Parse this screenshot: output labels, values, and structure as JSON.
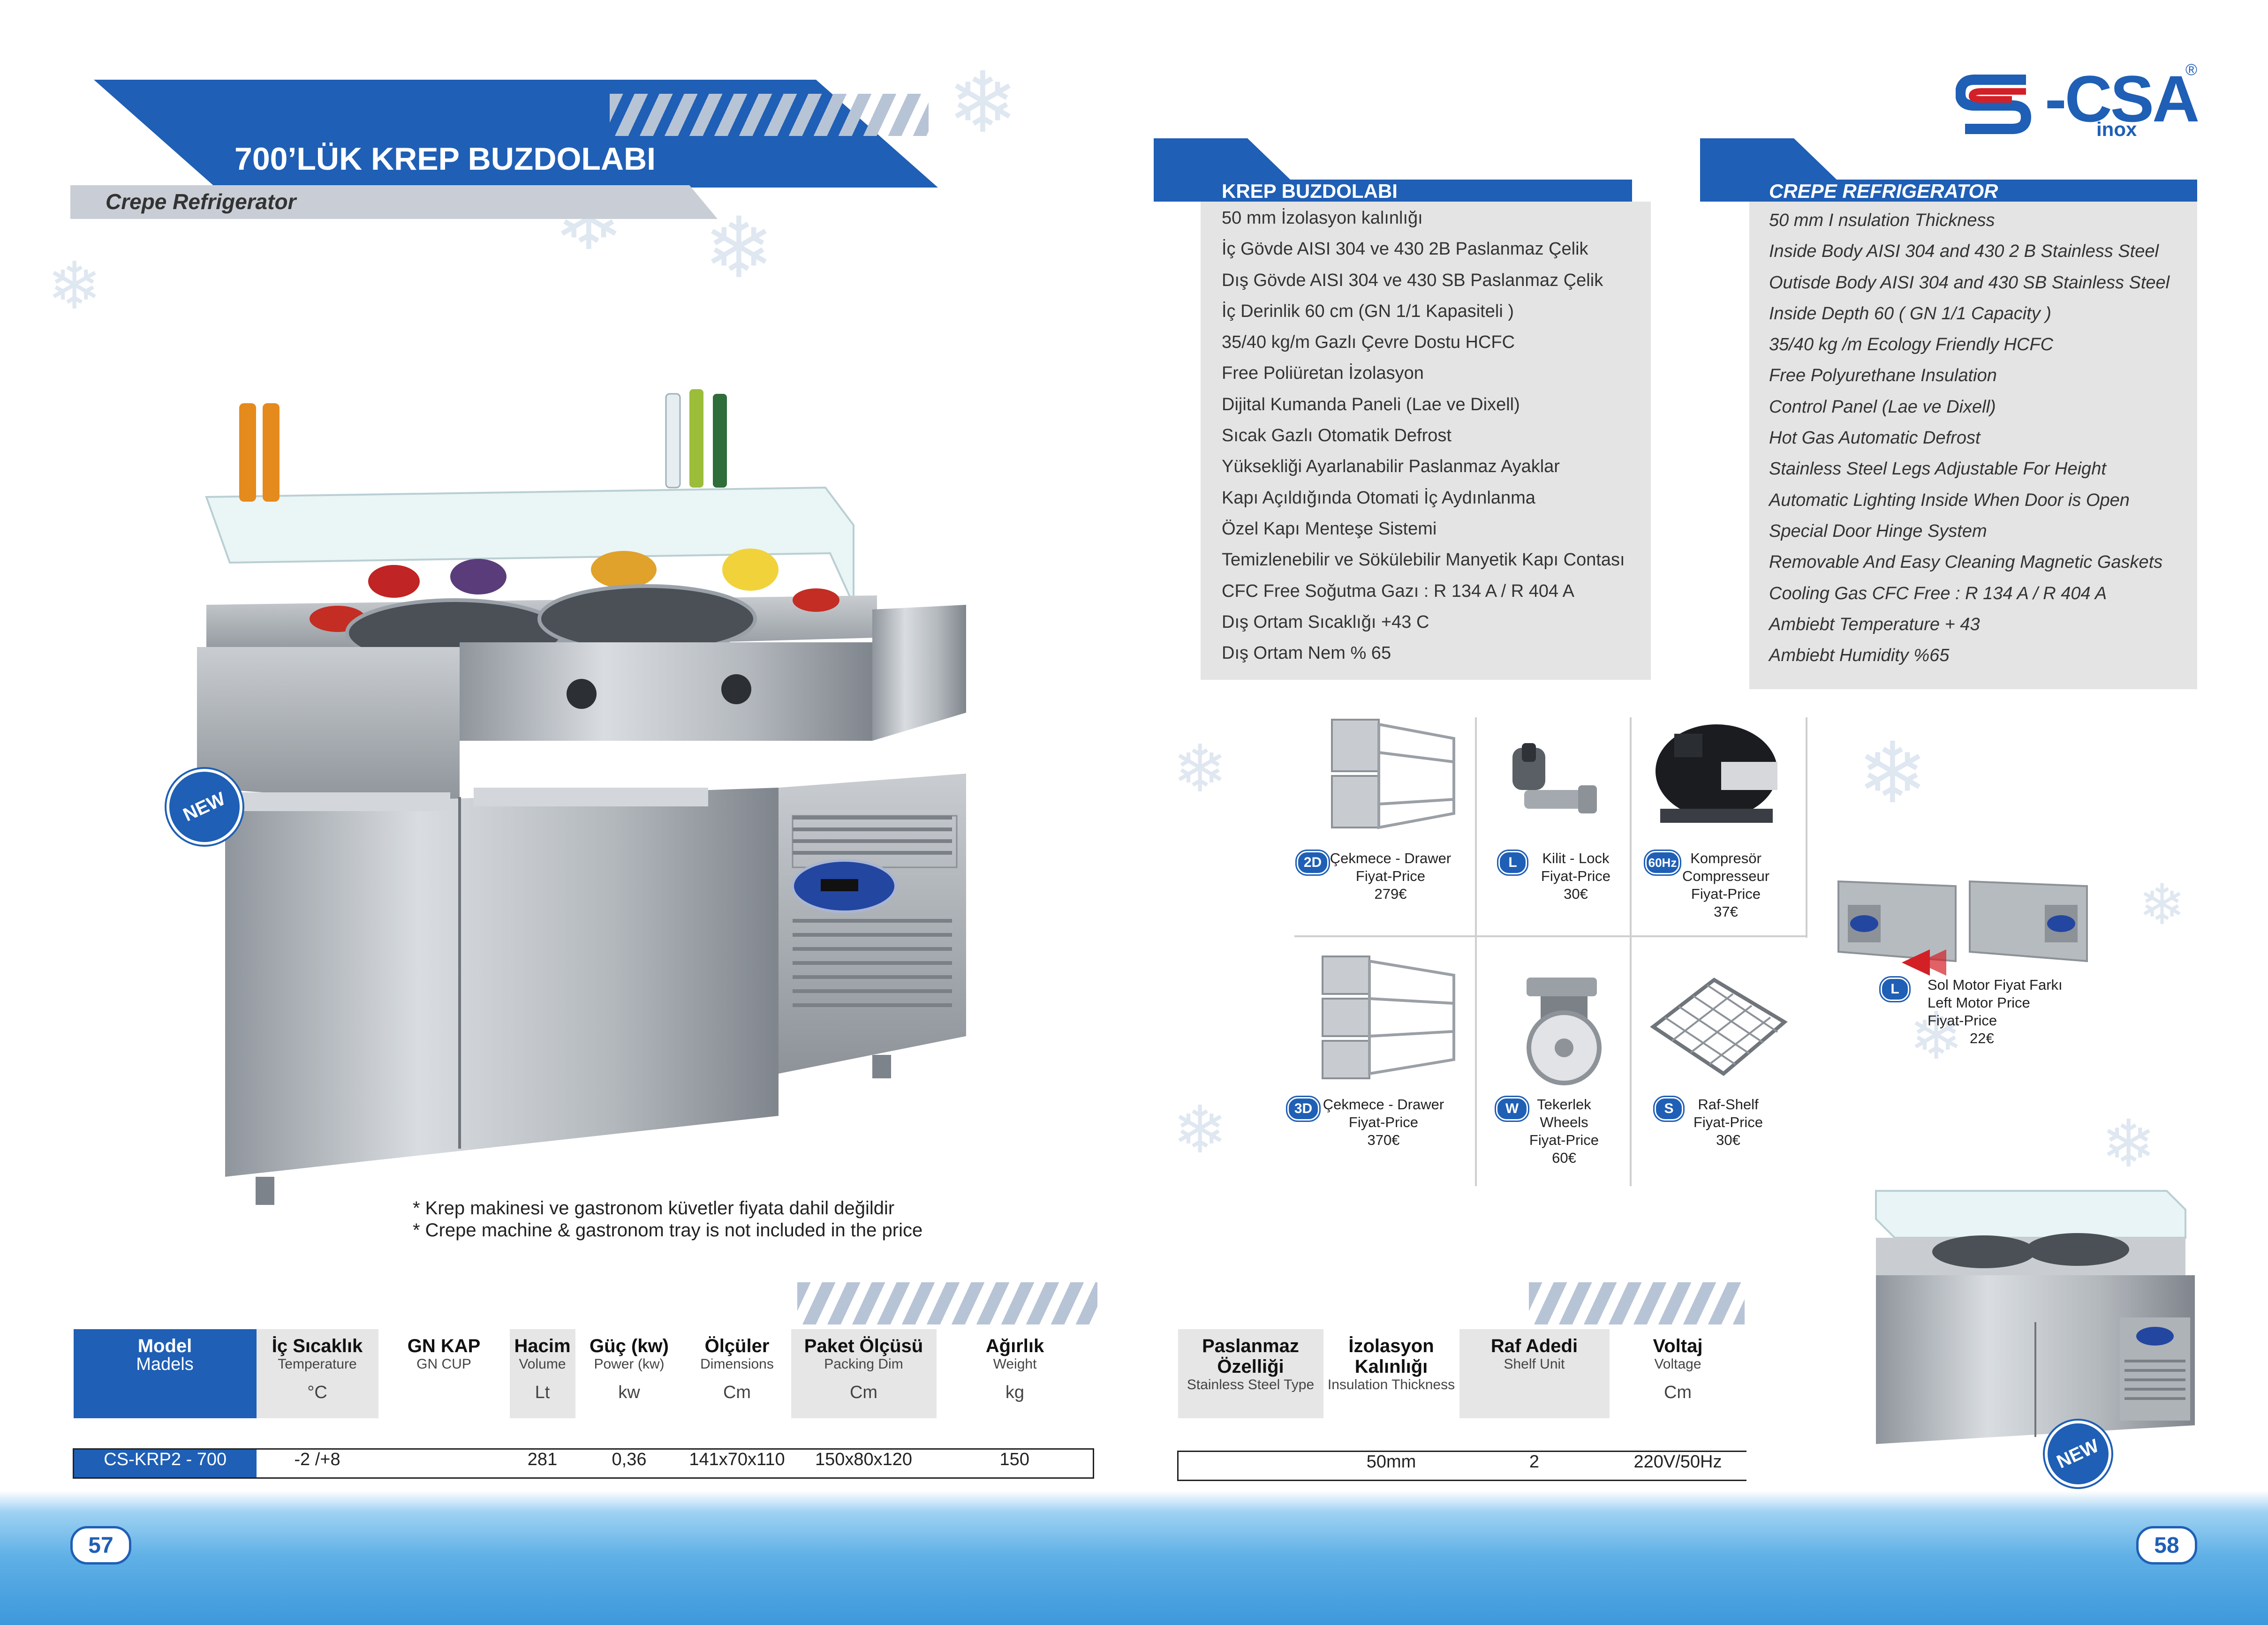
{
  "left": {
    "title": "700’LÜK KREP BUZDOLABI",
    "subtitle": "Crepe Refrigerator",
    "badge_new": "NEW",
    "notes": [
      "* Krep makinesi ve gastronom küvetler fiyata dahil değildir",
      "* Crepe machine & gastronom tray is not included in the price"
    ],
    "table": {
      "headers": [
        {
          "main": "Model",
          "sub": "Madels",
          "unit": ""
        },
        {
          "main": "İç Sıcaklık",
          "sub": "Temperature",
          "unit": "°C"
        },
        {
          "main": "GN KAP",
          "sub": "GN CUP",
          "unit": ""
        },
        {
          "main": "Hacim",
          "sub": "Volume",
          "unit": "Lt"
        },
        {
          "main": "Güç (kw)",
          "sub": "Power (kw)",
          "unit": "kw"
        },
        {
          "main": "Ölçüler",
          "sub": "Dimensions",
          "unit": "Cm"
        },
        {
          "main": "Paket Ölçüsü",
          "sub": "Packing Dim",
          "unit": "Cm"
        },
        {
          "main": "Ağırlık",
          "sub": "Weight",
          "unit": "kg"
        }
      ],
      "row": [
        "CS-KRP2 - 700",
        "-2 /+8",
        "",
        "281",
        "0,36",
        "141x70x110",
        "150x80x120",
        "150"
      ]
    },
    "page_number": "57"
  },
  "right": {
    "logo": {
      "brand": "-CSA",
      "sub": "inox",
      "registered": "®"
    },
    "specs_tr": {
      "heading": "KREP BUZDOLABI",
      "items": [
        "50 mm İzolasyon kalınlığı",
        "İç Gövde AISI 304 ve 430 2B Paslanmaz Çelik",
        "Dış Gövde AISI 304 ve 430 SB Paslanmaz Çelik",
        "İç Derinlik 60 cm (GN 1/1 Kapasiteli )",
        "35/40 kg/m Gazlı Çevre Dostu HCFC",
        "Free Poliüretan İzolasyon",
        "Dijital Kumanda Paneli (Lae ve Dixell)",
        "Sıcak Gazlı Otomatik Defrost",
        "Yüksekliği Ayarlanabilir Paslanmaz Ayaklar",
        "Kapı Açıldığında Otomati İç Aydınlanma",
        "Özel  Kapı Menteşe Sistemi",
        "Temizlenebilir ve Sökülebilir Manyetik Kapı Contası",
        "CFC Free Soğutma Gazı : R 134 A  / R 404 A",
        "Dış Ortam Sıcaklığı  +43 C",
        "Dış Ortam Nem  % 65"
      ]
    },
    "specs_en": {
      "heading": "CREPE REFRIGERATOR",
      "items": [
        "50 mm I nsulation Thickness",
        "Inside Body AISI 304 and 430 2 B Stainless Steel",
        "Outisde Body AISI 304 and 430 SB Stainless Steel",
        "Inside Depth 60 ( GN 1/1 Capacity )",
        "35/40 kg /m Ecology Friendly HCFC",
        "Free Polyurethane Insulation",
        "Control Panel (Lae ve Dixell)",
        "Hot Gas Automatic Defrost",
        "Stainless Steel Legs Adjustable For Height",
        "Automatic Lighting Inside When Door is Open",
        "Special Door Hinge System",
        "Removable And Easy Cleaning Magnetic Gaskets",
        "Cooling Gas CFC Free : R 134 A  / R 404 A",
        "Ambiebt Temperature + 43",
        "Ambiebt  Humidity  %65"
      ]
    },
    "accessories": [
      {
        "code": "2D",
        "icon": "drawer-2-icon",
        "line1": "Çekmece - Drawer",
        "line2": "Fiyat-Price",
        "price": "279€"
      },
      {
        "code": "L",
        "icon": "lock-icon",
        "line1": "Kilit - Lock",
        "line2": "Fiyat-Price",
        "price": "30€"
      },
      {
        "code": "60Hz",
        "icon": "compressor-icon",
        "line1": "Kompresör",
        "line2": "Compresseur",
        "line3": "Fiyat-Price",
        "price": "37€"
      },
      {
        "code": "3D",
        "icon": "drawer-3-icon",
        "line1": "Çekmece - Drawer",
        "line2": "Fiyat-Price",
        "price": "370€"
      },
      {
        "code": "W",
        "icon": "wheel-icon",
        "line1": "Tekerlek",
        "line2": "Wheels",
        "line3": "Fiyat-Price",
        "price": "60€"
      },
      {
        "code": "S",
        "icon": "shelf-icon",
        "line1": "Raf-Shelf",
        "line2": "Fiyat-Price",
        "price": "30€"
      }
    ],
    "left_motor": {
      "code": "L",
      "line1": "Sol Motor Fiyat Farkı",
      "line2": "Left Motor Price",
      "line3": "Fiyat-Price",
      "price": "22€"
    },
    "badge_new": "NEW",
    "table": {
      "headers": [
        {
          "main": "Paslanmaz Özelliği",
          "sub": "Stainless Steel Type",
          "unit": ""
        },
        {
          "main": "İzolasyon Kalınlığı",
          "sub": "Insulation Thickness",
          "unit": ""
        },
        {
          "main": "Raf Adedi",
          "sub": "Shelf Unit",
          "unit": ""
        },
        {
          "main": "Voltaj",
          "sub": "Voltage",
          "unit": "Cm"
        }
      ],
      "row": [
        "",
        "50mm",
        "2",
        "220V/50Hz"
      ]
    },
    "page_number": "58"
  },
  "colors": {
    "accent": "#1f5fb5",
    "brand_red": "#d32027",
    "panel_grey": "#e4e4e4",
    "table_grey": "#e6e6e6"
  }
}
